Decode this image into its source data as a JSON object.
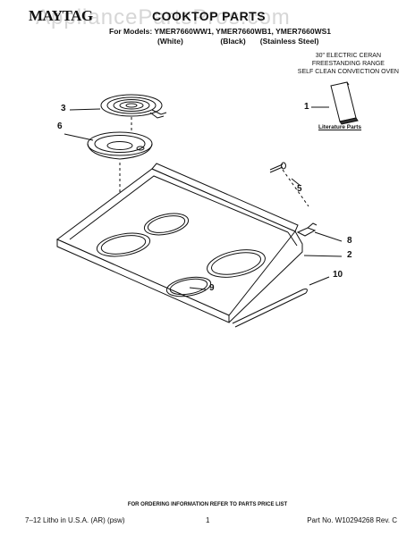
{
  "header": {
    "brand": "MAYTAG",
    "title": "COOKTOP PARTS",
    "watermark": "AppliancePartsPros.com",
    "models_line": "For Models: YMER7660WW1, YMER7660WB1, YMER7660WS1",
    "variants": [
      "(White)",
      "(Black)",
      "(Stainless Steel)"
    ],
    "description": [
      "30\" ELECTRIC CERAN",
      "FREESTANDING RANGE",
      "SELF CLEAN CONVECTION OVEN"
    ]
  },
  "diagram": {
    "literature_label": "Literature Parts",
    "callouts": [
      "1",
      "2",
      "3",
      "5",
      "6",
      "8",
      "9",
      "10"
    ]
  },
  "footer": {
    "ordering_note": "FOR ORDERING INFORMATION REFER TO PARTS PRICE LIST",
    "print_info": "7–12 Litho in U.S.A. (AR) (psw)",
    "page_number": "1",
    "part_number": "Part No. W10294268 Rev. C"
  }
}
